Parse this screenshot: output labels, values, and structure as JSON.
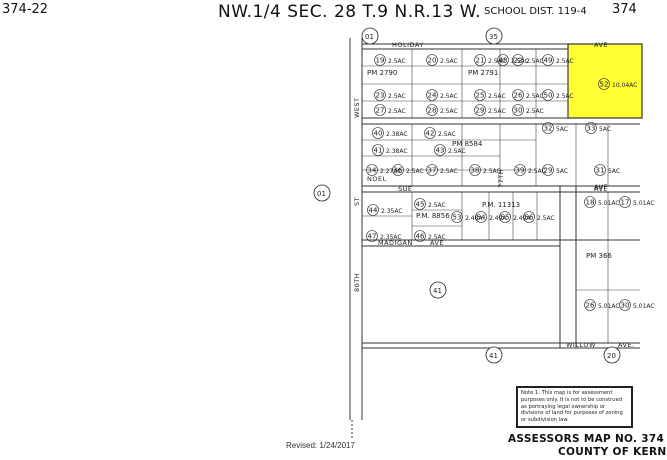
{
  "header": {
    "book_number": "374-22",
    "quarter_section": "NW.1/4 SEC. 28 T.9 N.R.13 W.",
    "school_district": "SCHOOL DIST. 119-4",
    "edge_label": "374"
  },
  "streets": {
    "holiday": "HOLIDAY",
    "ave": "AVE",
    "sue": "SUE",
    "madigan": "MADIGAN",
    "willow": "WILLOW",
    "willow_ave": "AVE.",
    "eightieth": "80TH",
    "west": "WEST",
    "st": "ST",
    "seventy_seventh": "77TH",
    "noel": "NOEL",
    "madigan_ave": "AVE"
  },
  "section_markers": [
    "01",
    "35",
    "01",
    "41",
    "41",
    "20"
  ],
  "parcels": [
    {
      "num": "19",
      "area": "2.5AC"
    },
    {
      "num": "20",
      "area": "2.5AC"
    },
    {
      "num": "21",
      "area": "2.5AC"
    },
    {
      "num": "22",
      "area": "2.5AC"
    },
    {
      "num": "23",
      "area": "2.5AC"
    },
    {
      "num": "24",
      "area": "2.5AC"
    },
    {
      "num": "25",
      "area": "2.5AC"
    },
    {
      "num": "26",
      "area": "2.5AC"
    },
    {
      "num": "27",
      "area": "2.5AC"
    },
    {
      "num": "28",
      "area": "2.5AC"
    },
    {
      "num": "29",
      "area": "2.5AC"
    },
    {
      "num": "30",
      "area": "2.5AC"
    },
    {
      "num": "40",
      "area": "2.38AC"
    },
    {
      "num": "41",
      "area": "2.38AC"
    },
    {
      "num": "42",
      "area": "2.5AC"
    },
    {
      "num": "43",
      "area": "2.5AC"
    },
    {
      "num": "34",
      "area": "2.27AC"
    },
    {
      "num": "36",
      "area": "2.5AC"
    },
    {
      "num": "37",
      "area": "2.5AC"
    },
    {
      "num": "38",
      "area": "2.5AC"
    },
    {
      "num": "39",
      "area": "2.5AC"
    },
    {
      "num": "44",
      "area": "2.35AC"
    },
    {
      "num": "45",
      "area": "2.5AC"
    },
    {
      "num": "46",
      "area": "2.5AC"
    },
    {
      "num": "47",
      "area": "2.35AC"
    },
    {
      "num": "48",
      "area": "2.5AC"
    },
    {
      "num": "49",
      "area": "2.5AC"
    },
    {
      "num": "50",
      "area": "2.5AC"
    },
    {
      "num": "32",
      "area": "5AC"
    },
    {
      "num": "33",
      "area": "5AC"
    },
    {
      "num": "29",
      "area": "5AC"
    },
    {
      "num": "31",
      "area": "5AC"
    },
    {
      "num": "53",
      "area": "2.48A"
    },
    {
      "num": "54",
      "area": "2.49A"
    },
    {
      "num": "55",
      "area": "2.49A"
    },
    {
      "num": "56",
      "area": "2.5AC"
    },
    {
      "num": "18",
      "area": "5.01AC"
    },
    {
      "num": "17",
      "area": "5.01AC"
    },
    {
      "num": "26",
      "area": "5.01AC"
    },
    {
      "num": "30",
      "area": "5.01AC"
    },
    {
      "num": "52",
      "area": "10.04AC"
    }
  ],
  "parcel_maps": [
    "PM 2790",
    "PM 2791",
    "PM 8584",
    "P.M. 11313",
    "PM 366",
    "P.M. 8856"
  ],
  "highlighted_parcel": {
    "num": "52",
    "area": "10.04AC",
    "color": "#ffff33"
  },
  "note": "Note 1: This map is for assessment purposes only. It is not to be construed as portraying legal ownership or divisions of land for purposes of zoning or subdivision law.",
  "footer": {
    "revised": "Revised: 1/24/2017",
    "map_title": "ASSESSORS MAP NO. 374",
    "county": "COUNTY OF KERN"
  }
}
